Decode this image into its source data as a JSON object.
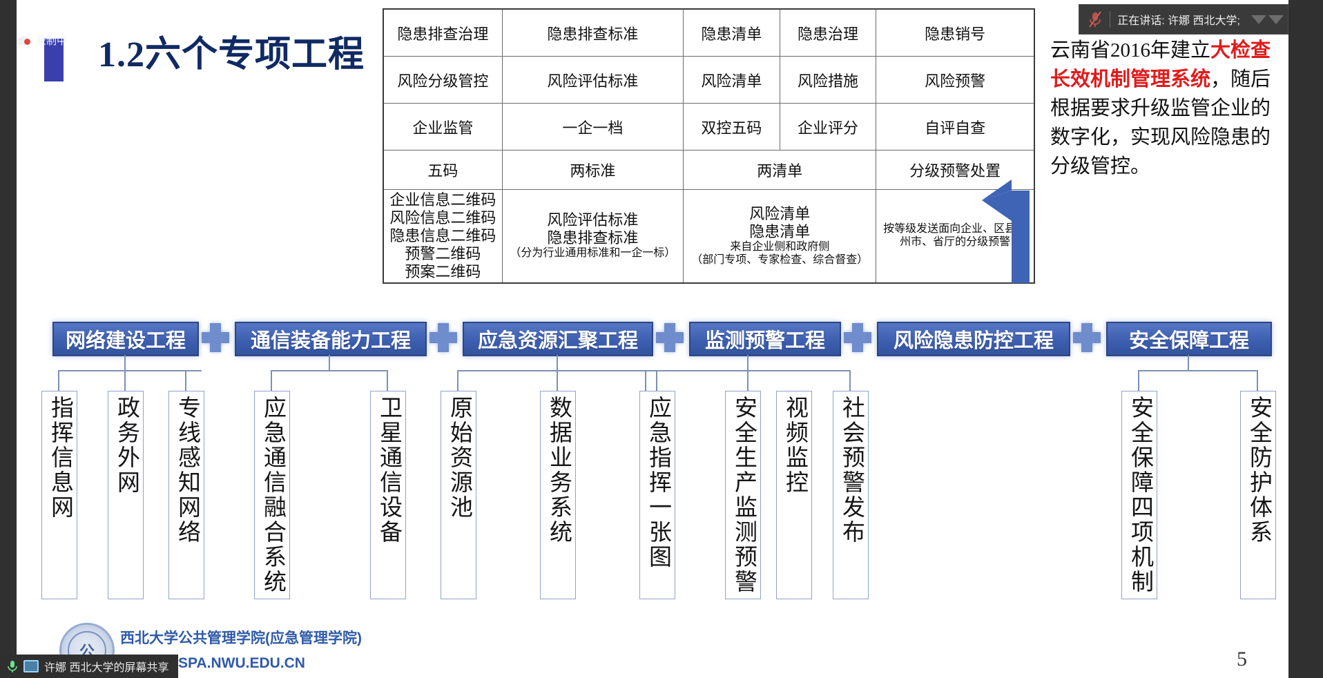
{
  "meeting": {
    "recording_label": "录制中",
    "speaking_label": "正在讲话: 许娜 西北大学;",
    "share_label": "许娜 西北大学的屏幕共享",
    "mic_icon": "mic-muted-icon",
    "cloud_icon": "cloud-record-icon",
    "screen_icon": "screen-share-icon",
    "collapse_icon": "chevron-collapse-icon"
  },
  "slide": {
    "title": "1.2六个专项工程",
    "page_number": "5",
    "footer_line1": "西北大学公共管理学院(应急管理学院)",
    "footer_line2": "正学善行SPA.NWU.EDU.CN",
    "logo_glyph": "公"
  },
  "right_note": {
    "seg1": "云南省2016年建立",
    "seg2_highlight": "大检查长效机制管理系统",
    "seg3": "，随后根据要求升级监管企业的数字化，实现风险隐患的分级管控。",
    "highlight_color": "#e01b1b",
    "arrow_color": "#3f64b5"
  },
  "matrix": {
    "rows": [
      {
        "cells": [
          {
            "text": "隐患排查治理"
          },
          {
            "text": "隐患排查标准"
          },
          {
            "text": "隐患清单"
          },
          {
            "text": "隐患治理"
          },
          {
            "text": "隐患销号"
          }
        ]
      },
      {
        "cells": [
          {
            "text": "风险分级管控"
          },
          {
            "text": "风险评估标准"
          },
          {
            "text": "风险清单"
          },
          {
            "text": "风险措施"
          },
          {
            "text": "风险预警"
          }
        ]
      },
      {
        "cells": [
          {
            "text": "企业监管"
          },
          {
            "text": "一企一档"
          },
          {
            "text": "双控五码"
          },
          {
            "text": "企业评分"
          },
          {
            "text": "自评自查"
          }
        ]
      },
      {
        "cells": [
          {
            "text": "五码"
          },
          {
            "text": "两标准"
          },
          {
            "text": "两清单"
          },
          {
            "text": "分级预警处置"
          }
        ]
      },
      {
        "cells": [
          {
            "lines": [
              "企业信息二维码",
              "风险信息二维码",
              "隐患信息二维码",
              "预警二维码",
              "预案二维码"
            ]
          },
          {
            "lines": [
              "风险评估标准",
              "隐患排查标准"
            ],
            "small": [
              "（分为行业通用标准和一企一标）"
            ]
          },
          {
            "lines": [
              "风险清单",
              "隐患清单"
            ],
            "small": [
              "来自企业侧和政府侧",
              "（部门专项、专家检查、综合督查）"
            ]
          },
          {
            "small": [
              "按等级发送面向企业、区县、",
              "州市、省厅的分级预警"
            ]
          }
        ]
      }
    ]
  },
  "engineering": {
    "plus_separator": "+",
    "groups": [
      {
        "header": "网络建设工程",
        "items": [
          "指挥信息网",
          "政务外网",
          "专线感知网络"
        ]
      },
      {
        "header": "通信装备能力工程",
        "items": [
          "应急通信融合系统",
          "卫星通信设备"
        ]
      },
      {
        "header": "应急资源汇聚工程",
        "items": [
          "原始资源池",
          "数据业务系统",
          "应急指挥一张图"
        ]
      },
      {
        "header": "监测预警工程",
        "items": [
          "安全生产监测预警",
          "视频监控",
          "社会预警发布"
        ]
      },
      {
        "header": "风险隐患防控工程",
        "items": []
      },
      {
        "header": "安全保障工程",
        "items": [
          "安全保障四项机制",
          "安全防护体系"
        ]
      }
    ],
    "box_color": "#3d5fb0",
    "plus_color": "#6f8ccc",
    "leaf_border_color": "#8da4c8"
  }
}
